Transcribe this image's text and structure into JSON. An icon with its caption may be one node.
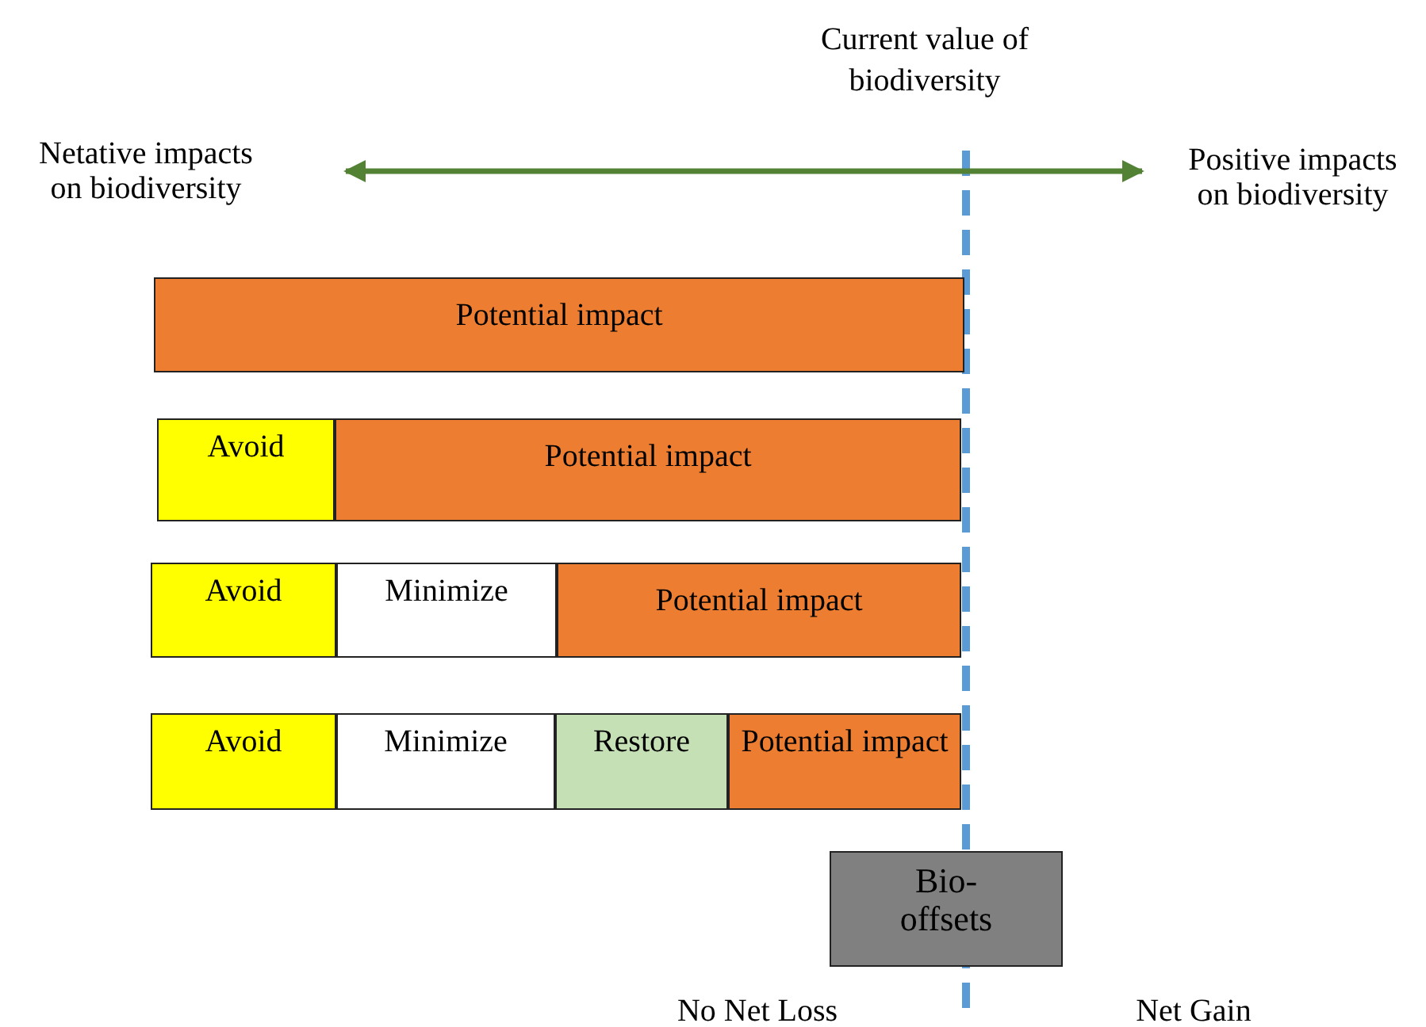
{
  "diagram": {
    "nodes": [
      {
        "text": [
          "Netative impacts on biodiversity"
        ]
      },
      {
        "text": [
          "Positive impacts on biodiversity"
        ]
      },
      {
        "text": [
          "Potential impact"
        ]
      },
      {
        "text": [
          "Avoid"
        ]
      },
      {
        "text": [
          "Potential impact"
        ]
      },
      {
        "text": [
          "Avoid"
        ]
      },
      {
        "text": [
          "Minimize"
        ]
      },
      {
        "text": [
          "Potential impact"
        ]
      },
      {
        "text": [
          "Avoid"
        ]
      },
      {
        "text": [
          "Minimize"
        ]
      },
      {
        "text": [
          "Restore"
        ]
      },
      {
        "text": [
          "Potential impact"
        ]
      },
      {
        "text": [
          "Bio-offsets"
        ]
      }
    ],
    "edges": [
      {
        "from": 0,
        "to": 1,
        "arrow": "both",
        "color": "#548235"
      }
    ],
    "labels": [
      "Current value of biodiversity",
      "No Net Loss",
      "Net Gain"
    ]
  }
}
